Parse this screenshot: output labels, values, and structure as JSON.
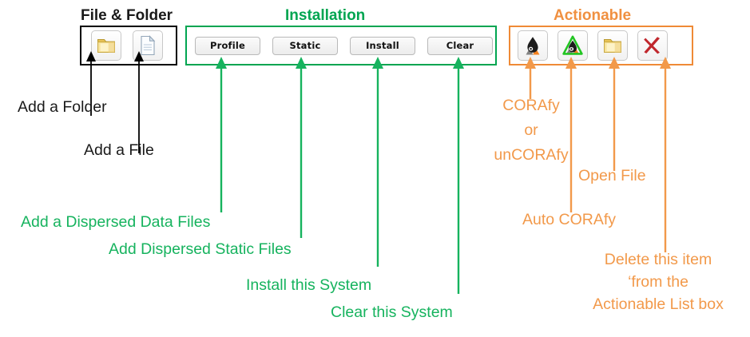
{
  "groups": [
    {
      "id": "file-folder",
      "title": "File & Folder",
      "color": "#1a1a1a",
      "buttons": [
        {
          "id": "add-folder",
          "icon": "folder-icon",
          "label": "Add a Folder"
        },
        {
          "id": "add-file",
          "icon": "file-icon",
          "label": "Add a File"
        }
      ]
    },
    {
      "id": "installation",
      "title": "Installation",
      "color": "#00a551",
      "buttons": [
        {
          "id": "profile",
          "label": "Profile"
        },
        {
          "id": "static",
          "label": "Static"
        },
        {
          "id": "install",
          "label": "Install"
        },
        {
          "id": "clear",
          "label": "Clear"
        }
      ]
    },
    {
      "id": "actionable",
      "title": "Actionable",
      "color": "#ef8a36",
      "buttons": [
        {
          "id": "corafy",
          "icon": "corafy-drop-icon"
        },
        {
          "id": "auto-corafy",
          "icon": "auto-corafy-triangle-icon"
        },
        {
          "id": "open-file",
          "icon": "folder-open-icon"
        },
        {
          "id": "delete-item",
          "icon": "red-x-icon"
        }
      ]
    }
  ],
  "annotations": {
    "add_folder": "Add a Folder",
    "add_file": "Add a File",
    "add_dispersed_data_files": "Add a Dispersed Data Files",
    "add_dispersed_static_files": "Add Dispersed Static Files",
    "install_this_system": "Install this System",
    "clear_this_system": "Clear this System",
    "corafy_line1": "CORAfy",
    "corafy_line2": "or",
    "corafy_line3": "unCORAfy",
    "open_file": "Open File",
    "auto_corafy": "Auto CORAfy",
    "delete_line1": "Delete this item",
    "delete_line2": "‘from the",
    "delete_line3": "Actionable List box"
  },
  "colors": {
    "black": "#1a1a1a",
    "green": "#16b35e",
    "green_dark": "#00a551",
    "orange": "#f2994a",
    "orange_dark": "#ef8a36"
  }
}
